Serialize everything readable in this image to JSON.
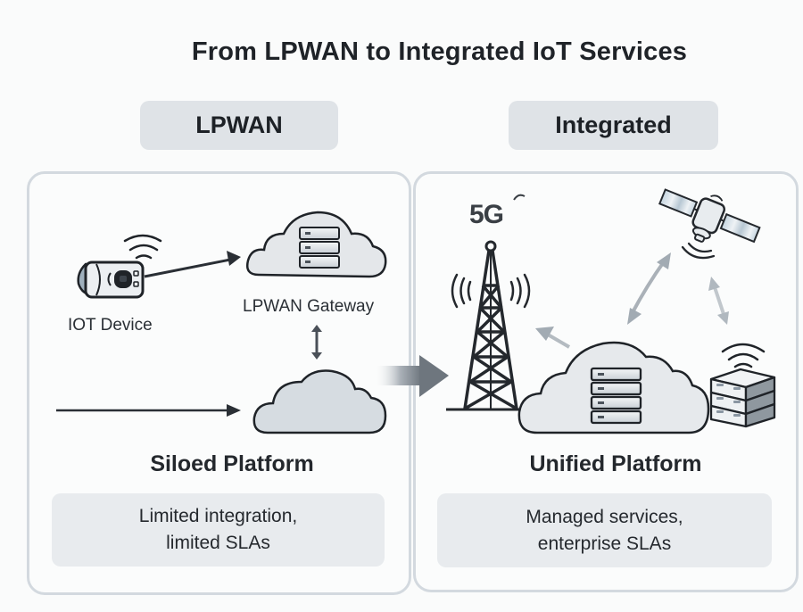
{
  "title": "From LPWAN to Integrated IoT Services",
  "columns": {
    "left": {
      "header": "LPWAN",
      "device_label": "IOT Device",
      "gateway_label": "LPWAN Gateway",
      "platform_title": "Siloed Platform",
      "description_line1": "Limited integration,",
      "description_line2": "limited SLAs",
      "icons": [
        "iot-device-icon",
        "wifi-signal-icon",
        "gateway-cloud-server-icon",
        "bidirectional-arrow-icon",
        "plain-cloud-icon",
        "arrow-right-icon"
      ]
    },
    "right": {
      "header": "Integrated",
      "network_badge": "5G",
      "platform_title": "Unified Platform",
      "description_line1": "Managed services,",
      "description_line2": "enterprise SLAs",
      "icons": [
        "cell-tower-icon",
        "satellite-icon",
        "cloud-server-icon",
        "edge-server-stack-icon",
        "wifi-signal-icon",
        "bidirectional-arrow-icon"
      ]
    }
  },
  "transition_arrow": "arrow-right-icon",
  "colors": {
    "pill_bg": "#dfe3e7",
    "panel_border": "#d3d9df",
    "desc_bg": "#e8ebee",
    "ink": "#24282d",
    "arrow_gray": "#a9b1b8",
    "cloud_fill": "#e4e7ea"
  }
}
